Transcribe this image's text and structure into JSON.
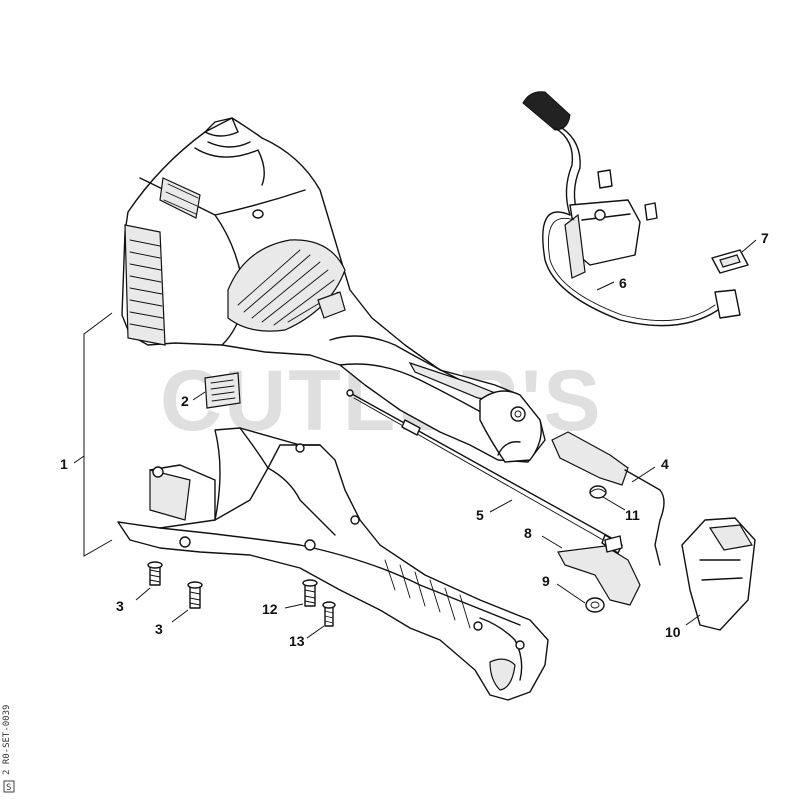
{
  "diagram": {
    "watermark": "CUTLER'S",
    "reference_code": "2 R0-SET-0039",
    "reference_box": "S",
    "callouts": [
      {
        "id": "c1",
        "text": "1"
      },
      {
        "id": "c2",
        "text": "2"
      },
      {
        "id": "c3a",
        "text": "3"
      },
      {
        "id": "c3b",
        "text": "3"
      },
      {
        "id": "c4",
        "text": "4"
      },
      {
        "id": "c5",
        "text": "5"
      },
      {
        "id": "c6",
        "text": "6"
      },
      {
        "id": "c7",
        "text": "7"
      },
      {
        "id": "c8",
        "text": "8"
      },
      {
        "id": "c9",
        "text": "9"
      },
      {
        "id": "c10",
        "text": "10"
      },
      {
        "id": "c11",
        "text": "11"
      },
      {
        "id": "c12",
        "text": "12"
      },
      {
        "id": "c13",
        "text": "13"
      }
    ]
  }
}
